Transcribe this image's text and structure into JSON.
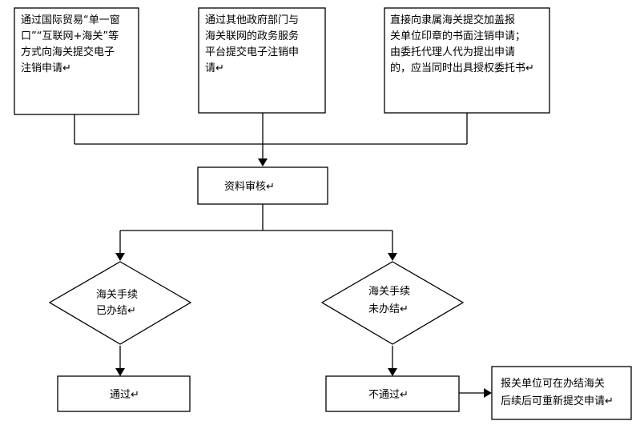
{
  "nodes": {
    "box_single_window": {
      "lines": [
        "通过国际贸易“单一窗",
        "口”“互联网+海关”等",
        "方式向海关提交电子",
        "注销申请↵"
      ]
    },
    "box_gov_platform": {
      "lines": [
        "通过其他政府部门与",
        "海关联网的政务服务",
        "平台提交电子注销申",
        "请↵"
      ]
    },
    "box_paper_application": {
      "lines": [
        "直接向隶属海关提交加盖报",
        "关单位印章的书面注销申请；",
        "由委托代理人代为提出申请",
        "的，应当同时出具授权委托书↵"
      ]
    },
    "review": {
      "lines": [
        "资料审核↵"
      ]
    },
    "decision_done": {
      "lines": [
        "海关手续",
        "已办结↵"
      ]
    },
    "decision_not_done": {
      "lines": [
        "海关手续",
        "未办结↵"
      ]
    },
    "pass": {
      "lines": [
        "通过↵"
      ]
    },
    "fail": {
      "lines": [
        "不通过↵"
      ]
    },
    "reapply_note": {
      "lines": [
        "报关单位可在办结海关",
        "后续后可重新提交申请↵"
      ]
    }
  }
}
